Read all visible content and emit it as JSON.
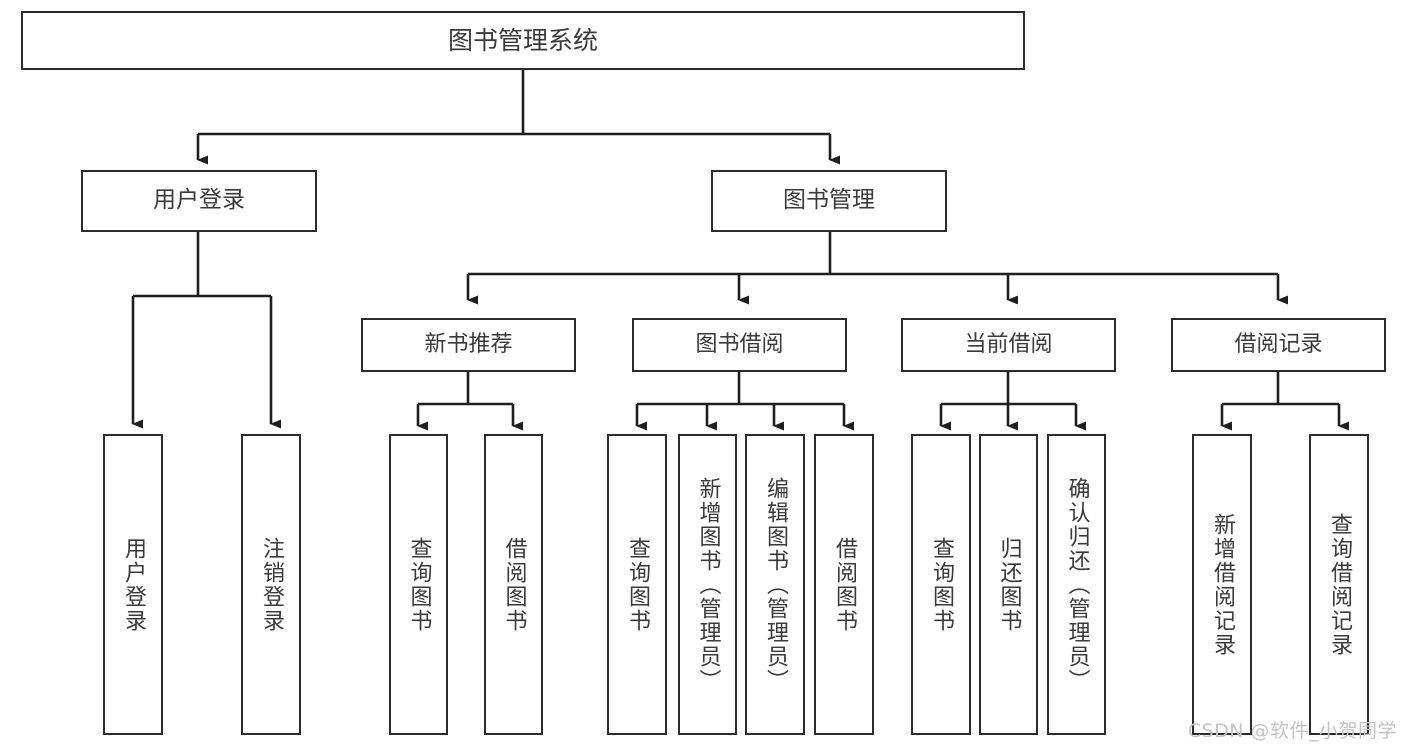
{
  "diagram": {
    "title": "图书管理系统",
    "type": "tree",
    "watermark": "CSDN @软件_小贺同学",
    "colors": {
      "node_border": "#2b2b2b",
      "node_fill": "#ffffff",
      "edge": "#1f1f1f",
      "text": "#3a3a3a",
      "watermark": "#c3c3c3",
      "background": "#ffffff"
    },
    "root": {
      "id": "root",
      "label": "图书管理系统"
    },
    "level1": [
      {
        "id": "user-login",
        "label": "用户登录"
      },
      {
        "id": "book-management",
        "label": "图书管理"
      }
    ],
    "level2": [
      {
        "id": "new-book-recommend",
        "label": "新书推荐",
        "parent": "book-management"
      },
      {
        "id": "book-borrow",
        "label": "图书借阅",
        "parent": "book-management"
      },
      {
        "id": "current-borrow",
        "label": "当前借阅",
        "parent": "book-management"
      },
      {
        "id": "borrow-record",
        "label": "借阅记录",
        "parent": "book-management"
      }
    ],
    "leaves": [
      {
        "id": "leaf-user-login",
        "label": "用户登录",
        "parent": "user-login"
      },
      {
        "id": "leaf-logout-login",
        "label": "注销登录",
        "parent": "user-login"
      },
      {
        "id": "leaf-query-book-1",
        "label": "查询图书",
        "parent": "new-book-recommend"
      },
      {
        "id": "leaf-borrow-book-1",
        "label": "借阅图书",
        "parent": "new-book-recommend"
      },
      {
        "id": "leaf-query-book-2",
        "label": "查询图书",
        "parent": "book-borrow"
      },
      {
        "id": "leaf-add-book",
        "label": "新增图书（管理员）",
        "parent": "book-borrow"
      },
      {
        "id": "leaf-edit-book",
        "label": "编辑图书（管理员）",
        "parent": "book-borrow"
      },
      {
        "id": "leaf-borrow-book-2",
        "label": "借阅图书",
        "parent": "book-borrow"
      },
      {
        "id": "leaf-query-book-3",
        "label": "查询图书",
        "parent": "current-borrow"
      },
      {
        "id": "leaf-return-book",
        "label": "归还图书",
        "parent": "current-borrow"
      },
      {
        "id": "leaf-confirm-return",
        "label": "确认归还（管理员）",
        "parent": "current-borrow"
      },
      {
        "id": "leaf-add-record",
        "label": "新增借阅记录",
        "parent": "borrow-record"
      },
      {
        "id": "leaf-query-record",
        "label": "查询借阅记录",
        "parent": "borrow-record"
      }
    ]
  }
}
